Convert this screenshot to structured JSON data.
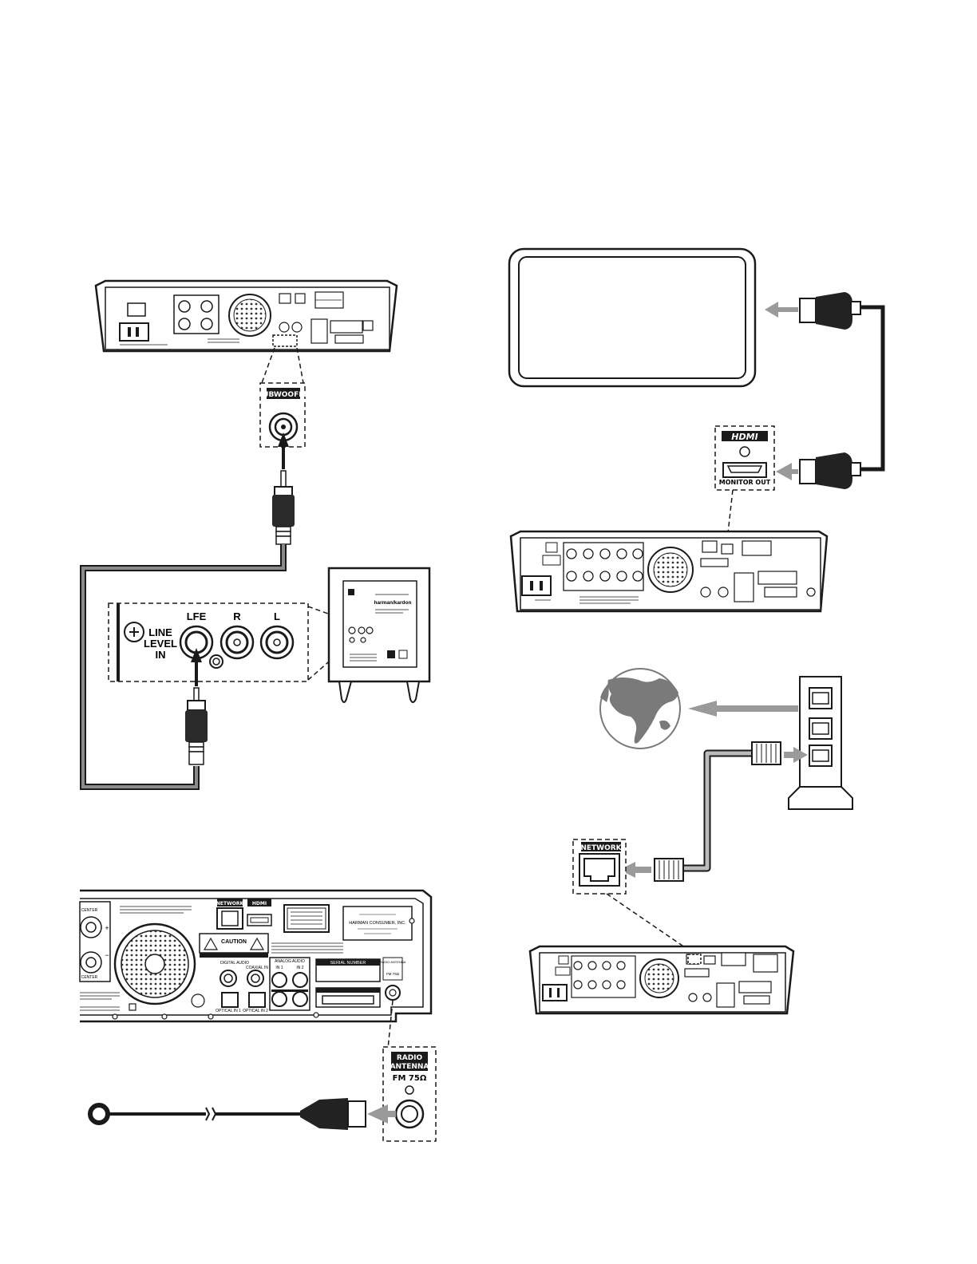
{
  "subwoofer_panel": {
    "badge": "SUBWOOFER",
    "line_level_1": "LINE",
    "line_level_2": "LEVEL",
    "line_level_3": "IN",
    "lfe": "LFE",
    "r": "R",
    "l": "L",
    "brand": "harman/kardon"
  },
  "hdmi_panel": {
    "logo": "HDMI",
    "port": "MONITOR OUT"
  },
  "network_panel": {
    "badge": "NETWORK"
  },
  "receiver_closeup": {
    "network": "NETWORK",
    "hdmi": "HDMI",
    "caution": "CAUTION",
    "serial": "SERIAL NUMBER",
    "radio_antenna": "RADIO ANTENNA",
    "fm": "FM 75Ω",
    "digital_audio": "DIGITAL AUDIO",
    "coaxial_in": "COAXIAL IN",
    "optical_in1": "OPTICAL IN 1",
    "optical_in2": "OPTICAL IN 2",
    "analog_audio": "ANALOG AUDIO",
    "in1": "IN 1",
    "in2": "IN 2",
    "center": "CENTER",
    "company": "HARMAN CONSUMER, INC."
  },
  "antenna_panel": {
    "line1": "RADIO",
    "line2": "ANTENNA",
    "fm": "FM 75Ω"
  },
  "colors": {
    "line": "#1a1a1a",
    "cable_gray": "#8a8a8a",
    "arrow_gray": "#9a9a9a",
    "dark_plug": "#222222",
    "globe_gray": "#7a7a7a"
  }
}
